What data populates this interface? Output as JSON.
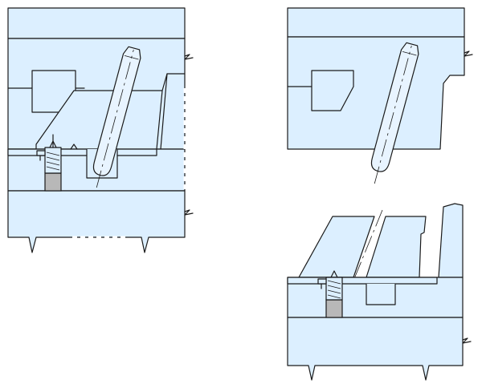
{
  "diagram": {
    "colors": {
      "plate": "#dcefff",
      "pin": "#e8f4ff",
      "grey": "#b8b8b8",
      "line": "#1a1a1a"
    },
    "views": [
      {
        "id": "closed",
        "description_hidden": true
      },
      {
        "id": "open-upper",
        "description_hidden": true
      },
      {
        "id": "open-lower",
        "description_hidden": true
      }
    ]
  }
}
